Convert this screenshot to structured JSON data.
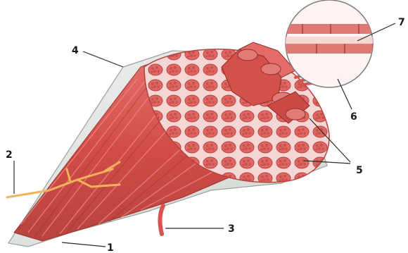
{
  "labels": {
    "l1": "1",
    "l2": "2",
    "l3": "3",
    "l4": "4",
    "l5": "5",
    "l6": "6",
    "l7": "7"
  },
  "colors": {
    "muscle": "#d9534f",
    "muscle_dark": "#b83a36",
    "muscle_light": "#f2a7a3",
    "sheath": "#dfe3df",
    "nerve": "#e0a24a",
    "line": "#2a2a2a"
  }
}
